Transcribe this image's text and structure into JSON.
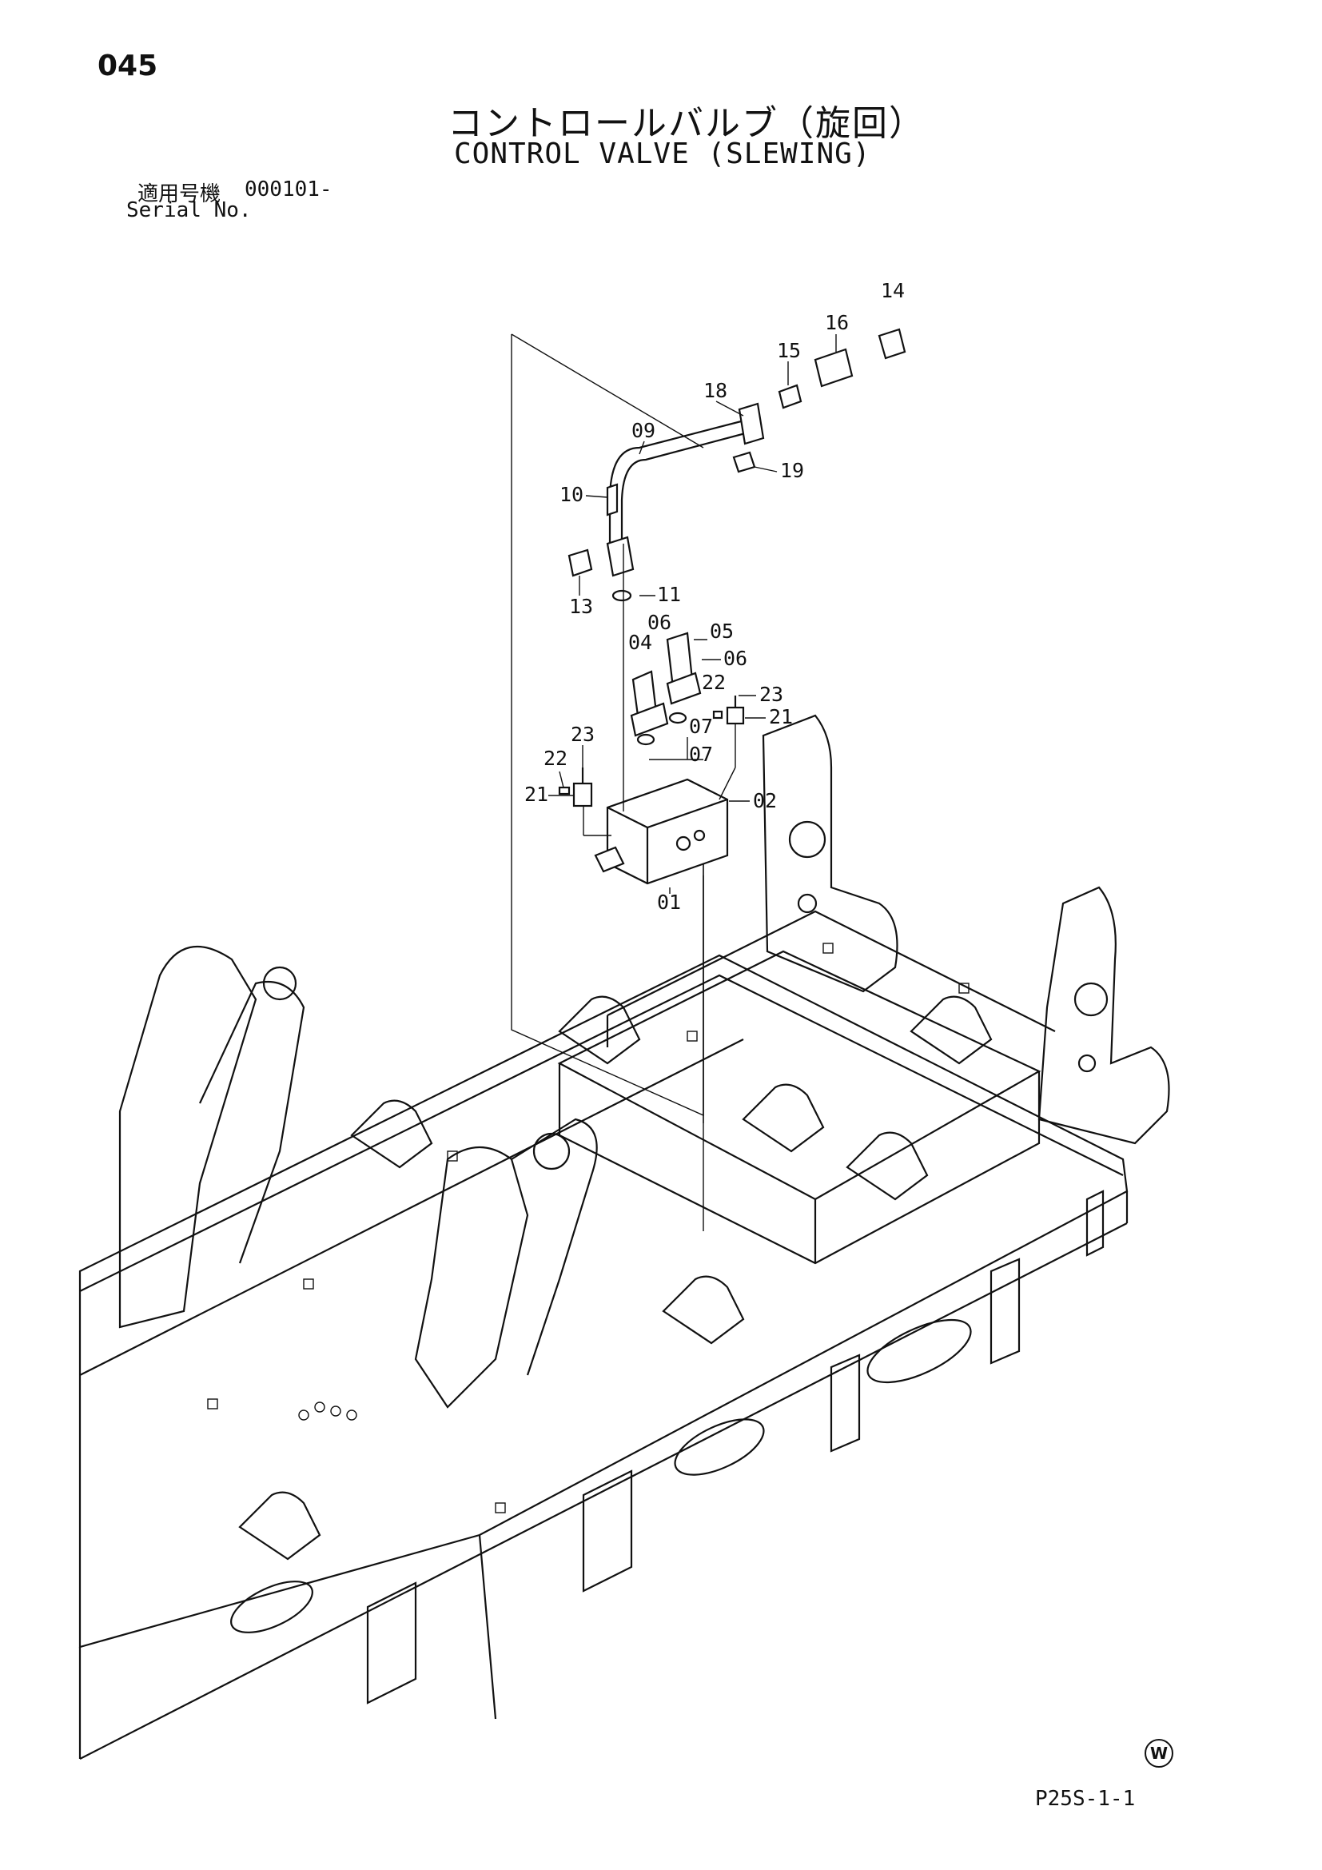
{
  "header": {
    "page_number": "045",
    "title_jp": "コントロールバルブ（旋回）",
    "title_en": "CONTROL VALVE (SLEWING)",
    "serial_label_jp": "適用号機",
    "serial_range": "000101-",
    "serial_label_en": "Serial No."
  },
  "footer": {
    "figure_code": "P25S-1-1",
    "mark": "W"
  },
  "callouts": {
    "c14": "14",
    "c16": "16",
    "c15": "15",
    "c18": "18",
    "c09": "09",
    "c19": "19",
    "c10": "10",
    "c13": "13",
    "c11": "11",
    "c06a": "06",
    "c05": "05",
    "c04": "04",
    "c06b": "06",
    "c22a": "22",
    "c23a": "23",
    "c21a": "21",
    "c07a": "07",
    "c23b": "23",
    "c07b": "07",
    "c22b": "22",
    "c21b": "21",
    "c02": "02",
    "c01": "01"
  }
}
